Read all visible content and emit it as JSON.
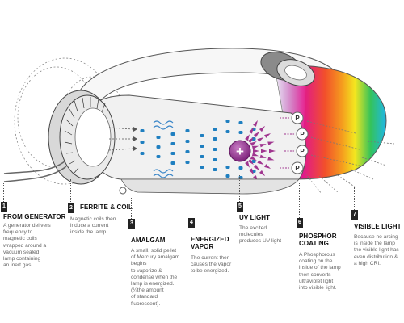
{
  "diagram": {
    "ion_symbol": "+",
    "phosphor_symbol": "P",
    "phosphor_count": 4,
    "colors": {
      "body_stroke": "#555555",
      "amalgam_wave": "#3a86c8",
      "electron_dot": "#1f7fc0",
      "uv_arrow": "#a0358f",
      "ion_fill": "#8a2e88",
      "step_badge": "#222222",
      "text_title": "#111111",
      "text_desc": "#666666"
    },
    "spectrum_colors": [
      "#7a2fa8",
      "#e0178f",
      "#f24f2b",
      "#f59a1e",
      "#f4e61f",
      "#34c35a",
      "#1fb7e8"
    ]
  },
  "steps": [
    {
      "number": "1",
      "title": "FROM GENERATOR",
      "description": "A generator delivers\nfrequency to\nmagnetic coils\nwrapped around a\nvacuum sealed\nlamp containing\nan inert gas."
    },
    {
      "number": "2",
      "title": "FERRITE & COIL",
      "description": "Magnetic coils then\ninduce a current\ninside the lamp."
    },
    {
      "number": "3",
      "title": "AMALGAM",
      "description": "A small, solid pellet\nof Mercury amalgam\nbegins\nto vaporize &\ncondense when the\nlamp is energized.\n(¼the amount\nof standard\nfluorescent)."
    },
    {
      "number": "4",
      "title": "ENERGIZED\nVAPOR",
      "description": "The current then\ncauses the vapor\nto be energized."
    },
    {
      "number": "5",
      "title": "UV LIGHT",
      "description": "The excited\nmolecules\nproduces UV light"
    },
    {
      "number": "6",
      "title": "PHOSPHOR\nCOATING",
      "description": "A Phosphorous\ncoating on the\ninside of the lamp\nthen converts\nultraviolet light\ninto visible light."
    },
    {
      "number": "7",
      "title": "VISIBLE LIGHT",
      "description": "Because no arcing\nis inside the lamp\nthe visible light has\neven distribution &\na high CRI."
    }
  ]
}
